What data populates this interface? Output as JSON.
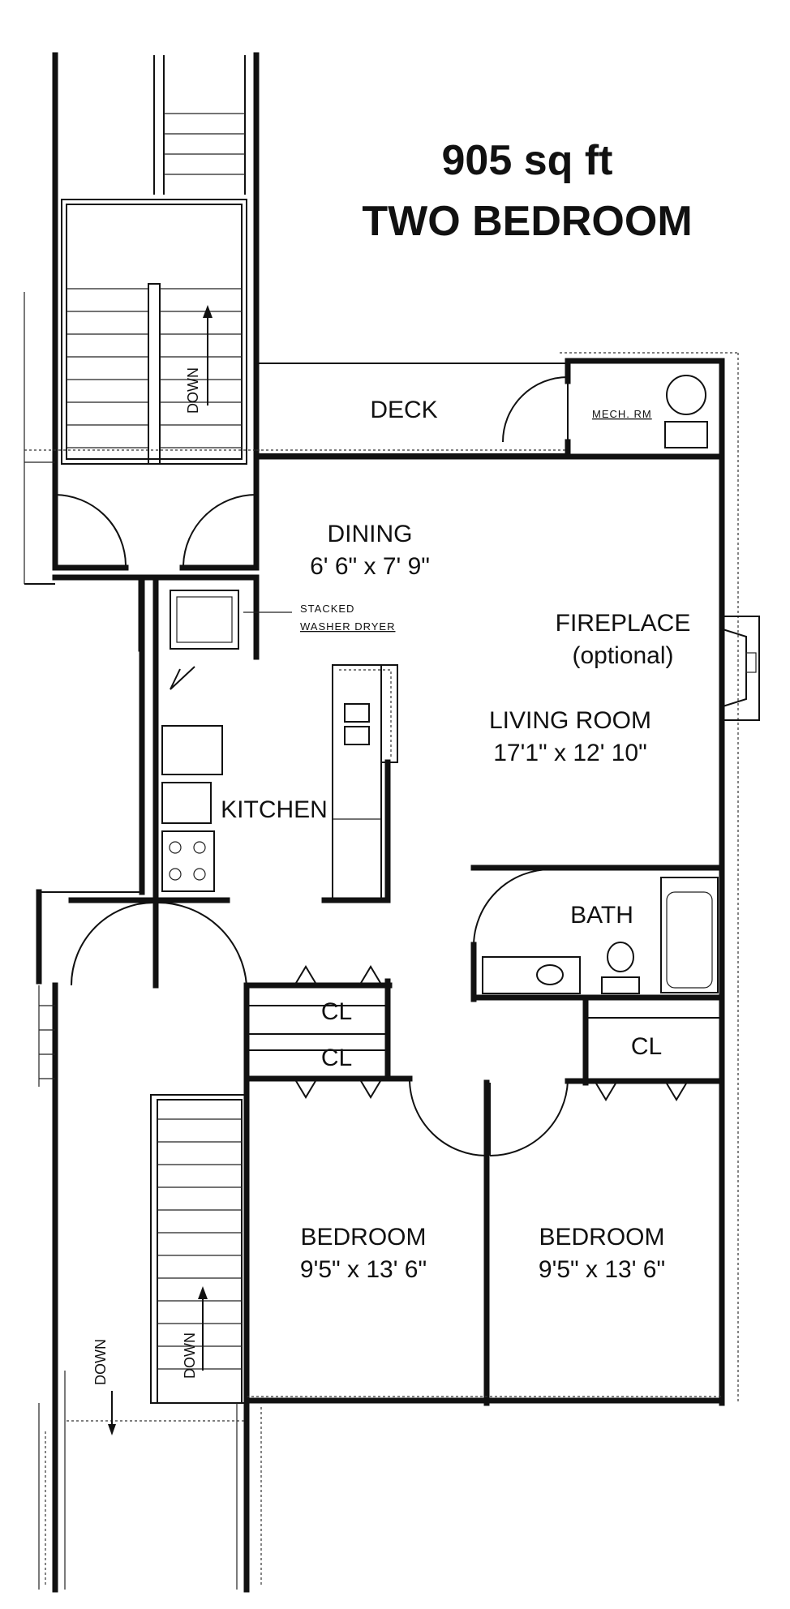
{
  "title": {
    "area": "905 sq ft",
    "type": "TWO BEDROOM"
  },
  "rooms": {
    "deck": "DECK",
    "mech": "MECH. RM",
    "dining": "DINING",
    "dining_size": "6' 6\" x 7' 9\"",
    "washer_line1": "STACKED",
    "washer_line2": "WASHER DRYER",
    "fireplace": "FIREPLACE",
    "fireplace_note": "(optional)",
    "living": "LIVING ROOM",
    "living_size": "17'1\" x 12' 10\"",
    "kitchen": "KITCHEN",
    "bath": "BATH",
    "closet_1": "CL",
    "closet_2": "CL",
    "closet_3": "CL",
    "bedroom_1": "BEDROOM",
    "bedroom_1_size": "9'5\" x 13' 6\"",
    "bedroom_2": "BEDROOM",
    "bedroom_2_size": "9'5\" x 13' 6\""
  },
  "stairs": {
    "down_upper": "DOWN",
    "down_lower": "DOWN",
    "down_outside": "DOWN"
  }
}
